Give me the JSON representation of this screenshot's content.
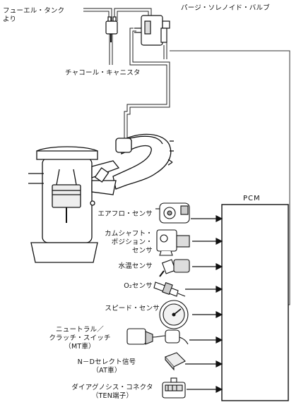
{
  "diagram": {
    "pcm_label": "PCM",
    "top_labels": {
      "fuel_tank": [
        "フューエル・タンク",
        "より"
      ],
      "purge_valve": "パージ・ソレノイド・バルブ",
      "canister": "チャコール・キャニスタ"
    },
    "inputs": [
      {
        "id": "airflow",
        "lines": [
          "エアフロ・センサ"
        ],
        "icon": "airflow-sensor-icon"
      },
      {
        "id": "camshaft",
        "lines": [
          "カムシャフト・",
          "ポジション・",
          "センサ"
        ],
        "icon": "camshaft-sensor-icon"
      },
      {
        "id": "coolant",
        "lines": [
          "水温センサ"
        ],
        "icon": "coolant-temp-sensor-icon"
      },
      {
        "id": "o2",
        "lines": [
          "O₂センサ"
        ],
        "icon": "o2-sensor-icon"
      },
      {
        "id": "speed",
        "lines": [
          "スピード・センサ"
        ],
        "icon": "speedometer-icon"
      },
      {
        "id": "neutral",
        "lines": [
          "ニュートラル／",
          "クラッチ・スイッチ",
          "（MT車）"
        ],
        "icon": "neutral-clutch-switch-icon"
      },
      {
        "id": "nd",
        "lines": [
          "N－Dセレクト信号",
          "（AT車）"
        ],
        "icon": "nd-select-module-icon"
      },
      {
        "id": "diag",
        "lines": [
          "ダイアグノシス・コネクタ",
          "（TEN端子）"
        ],
        "icon": "diagnosis-connector-icon"
      }
    ]
  }
}
